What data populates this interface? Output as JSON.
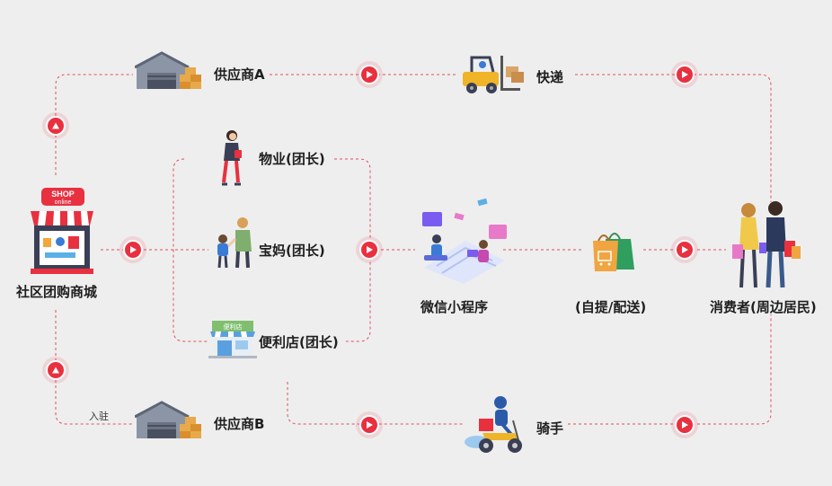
{
  "nodes": {
    "mall": "社区团购商城",
    "supplier_a": "供应商A",
    "supplier_b": "供应商B",
    "express": "快递",
    "rider": "骑手",
    "property": "物业(团长)",
    "mom": "宝妈(团长)",
    "store": "便利店(团长)",
    "miniapp": "微信小程序",
    "pickup": "(自提/配送)",
    "consumer": "消费者(周边居民)"
  },
  "edge_labels": {
    "settle_in": "入驻"
  },
  "icon_text": {
    "shop_sign_1": "SHOP",
    "shop_sign_2": "online",
    "store_sign": "便利店"
  },
  "colors": {
    "line": "#e0505a",
    "arrow": "#e8303f",
    "label": "#1e1e1e"
  }
}
